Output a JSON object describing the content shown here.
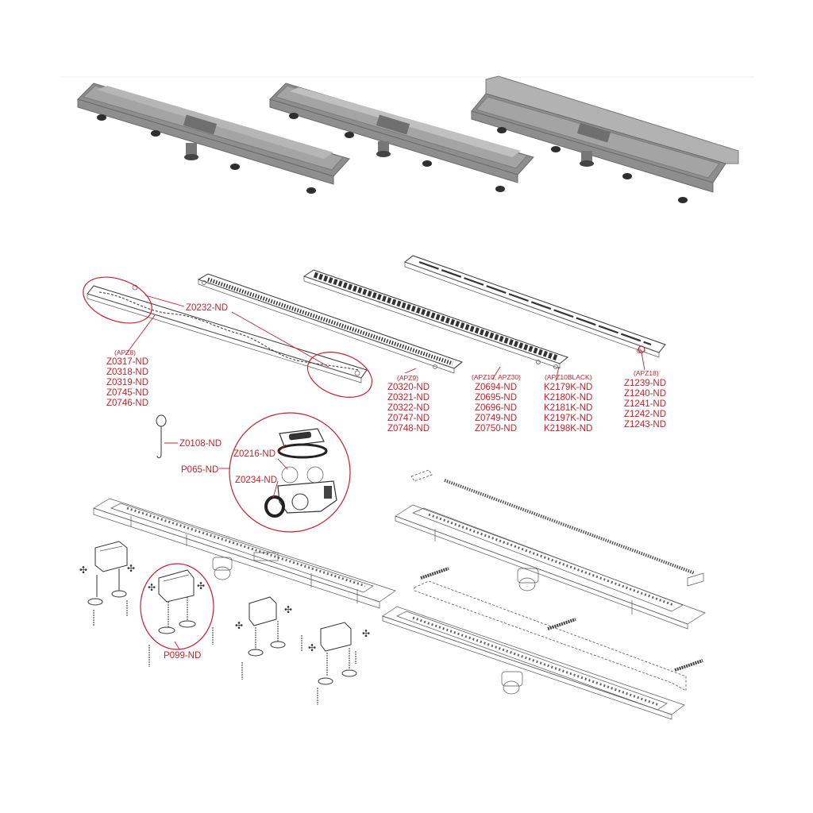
{
  "callouts": {
    "z0232": "Z0232-ND",
    "apz8": {
      "series": "(APZ8)",
      "codes": [
        "Z0317-ND",
        "Z0318-ND",
        "Z0319-ND",
        "Z0745-ND",
        "Z0746-ND"
      ]
    },
    "apz9": {
      "series": "(APZ9)",
      "codes": [
        "Z0320-ND",
        "Z0321-ND",
        "Z0322-ND",
        "Z0747-ND",
        "Z0748-ND"
      ]
    },
    "apz10": {
      "series": "(APZ10, APZ30)",
      "codes": [
        "Z0694-ND",
        "Z0695-ND",
        "Z0696-ND",
        "Z0749-ND",
        "Z0750-ND"
      ]
    },
    "apz10black": {
      "series": "(APZ10BLACK)",
      "codes": [
        "K2179K-ND",
        "K2180K-ND",
        "K2181K-ND",
        "K2197K-ND",
        "K2198K-ND"
      ]
    },
    "apz18": {
      "series": "(APZ18)",
      "codes": [
        "Z1239-ND",
        "Z1240-ND",
        "Z1241-ND",
        "Z1242-ND",
        "Z1243-ND"
      ]
    },
    "z0108": "Z0108-ND",
    "z0216": "Z0216-ND",
    "p065": "P065-ND",
    "z0234": "Z0234-ND",
    "p099": "P099-ND"
  },
  "colors": {
    "label_red": "#c8202a",
    "channel_gray": "#8e8e8e",
    "line_ink": "#333333"
  }
}
